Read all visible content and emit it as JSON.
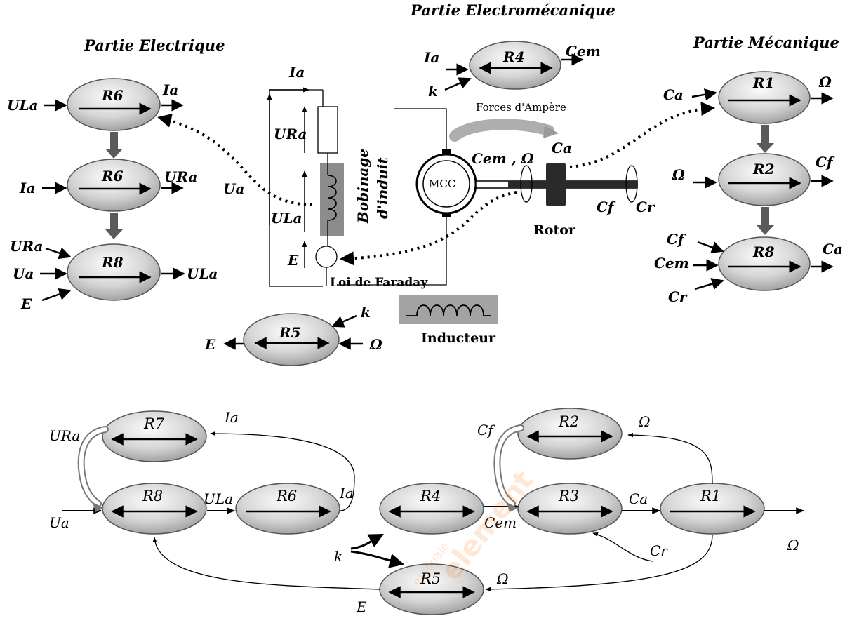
{
  "headings": {
    "electrique": "Partie Electrique",
    "electromecanique": "Partie Electromécanique",
    "mecanique": "Partie Mécanique"
  },
  "top_left_blocks": [
    {
      "label": "R6",
      "inputs": [
        "ULa"
      ],
      "output": "Ia"
    },
    {
      "label": "R6",
      "inputs": [
        "Ia"
      ],
      "output": "URa"
    },
    {
      "label": "R8",
      "inputs": [
        "URa",
        "Ua",
        "E"
      ],
      "output": "ULa"
    }
  ],
  "r5_block": {
    "label": "R5",
    "inputs": [
      "k",
      "Ω"
    ],
    "output": "E"
  },
  "r4_block": {
    "label": "R4",
    "inputs": [
      "Ia",
      "k"
    ],
    "output": "Cem",
    "caption": "Forces d'Ampère"
  },
  "top_right_blocks": [
    {
      "label": "R1",
      "inputs": [
        "Ca"
      ],
      "output": "Ω"
    },
    {
      "label": "R2",
      "inputs": [
        "Ω"
      ],
      "output": "Cf"
    },
    {
      "label": "R8",
      "inputs": [
        "Cf",
        "Cem",
        "Cr"
      ],
      "output": "Ca"
    }
  ],
  "circuit": {
    "current": "Ia",
    "voltages": [
      "URa",
      "ULa",
      "E",
      "Ua"
    ],
    "winding_label_1": "Bobinage",
    "winding_label_2": "d'induit",
    "faraday": "Loi de Faraday",
    "inducteur": "Inducteur"
  },
  "motor": {
    "label": "MCC",
    "rotor": "Rotor",
    "torque_in": "Cem , Ω",
    "torque_a": "Ca",
    "torque_f": "Cf",
    "torque_r": "Cr"
  },
  "bottom_graph": {
    "nodes": [
      "R7",
      "R8",
      "R6",
      "R4",
      "R5",
      "R2",
      "R3",
      "R1"
    ],
    "labels": {
      "ura": "URa",
      "ua": "Ua",
      "ula": "ULa",
      "ia_top": "Ia",
      "ia_mid": "Ia",
      "k": "k",
      "e": "E",
      "cem": "Cem",
      "cf": "Cf",
      "ca": "Ca",
      "cr": "Cr",
      "omega_top": "Ω",
      "omega_out": "Ω",
      "omega_bottom": "Ω"
    }
  },
  "watermark": {
    "main": "element",
    "sub": "ersonale"
  }
}
